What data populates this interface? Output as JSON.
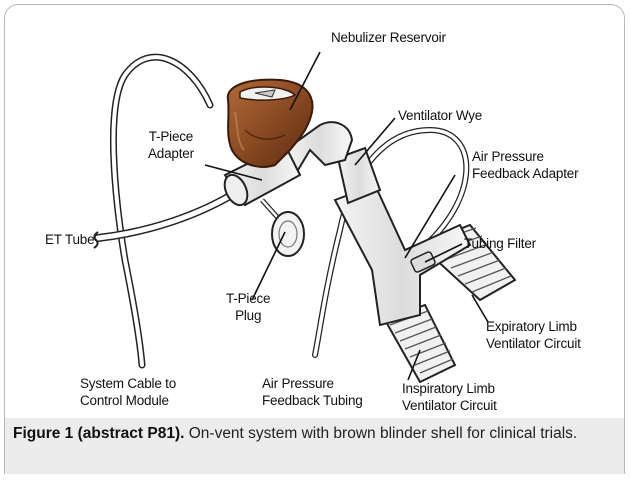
{
  "labels": {
    "nebulizer_reservoir": "Nebulizer Reservoir",
    "ventilator_wye": "Ventilator Wye",
    "t_piece_adapter_line1": "T-Piece",
    "t_piece_adapter_line2": "Adapter",
    "air_pressure_feedback_adapter_line1": "Air Pressure",
    "air_pressure_feedback_adapter_line2": "Feedback Adapter",
    "et_tube": "ET Tube",
    "tubing_filter": "Tubing Filter",
    "t_piece_plug_line1": "T-Piece",
    "t_piece_plug_line2": "Plug",
    "expiratory_limb_line1": "Expiratory Limb",
    "expiratory_limb_line2": "Ventilator Circuit",
    "system_cable_line1": "System Cable to",
    "system_cable_line2": "Control Module",
    "air_pressure_feedback_tubing_line1": "Air Pressure",
    "air_pressure_feedback_tubing_line2": "Feedback Tubing",
    "inspiratory_limb_line1": "Inspiratory Limb",
    "inspiratory_limb_line2": "Ventilator Circuit"
  },
  "caption": {
    "label": "Figure 1 (abstract P81).",
    "text": " On-vent system with brown blinder shell for clinical trials."
  },
  "colors": {
    "brown_shell": "#8a4a22",
    "brown_dark": "#5a2a10",
    "caption_bg": "#ececec",
    "line": "#1a1a1a"
  }
}
